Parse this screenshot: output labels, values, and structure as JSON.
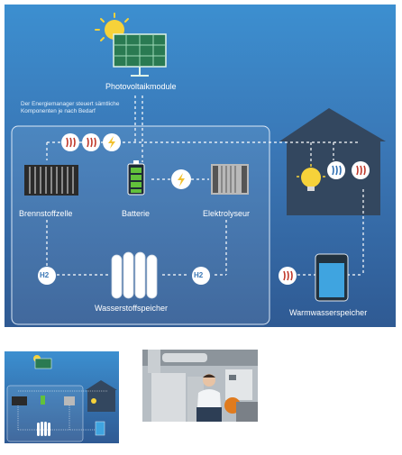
{
  "diagram": {
    "title_pv": "Photovoltaikmodule",
    "note": "Der Energiemanager steuert sämtliche Komponenten je nach Bedarf",
    "labels": {
      "fuel_cell": "Brennstoffzelle",
      "battery": "Batterie",
      "electrolyzer": "Elektrolyseur",
      "hydrogen_storage": "Wasserstoffspeicher",
      "hot_water_storage": "Warmwasserspeicher"
    },
    "h2_badge_left": "H2",
    "h2_badge_mid": "H2"
  },
  "colors": {
    "panel_top": "#3c8fd0",
    "panel_bottom": "#2f5a93",
    "house": "#33475f",
    "heat_red": "#c0392b",
    "power_yellow": "#f2c12e",
    "battery_green": "#62c13b"
  }
}
